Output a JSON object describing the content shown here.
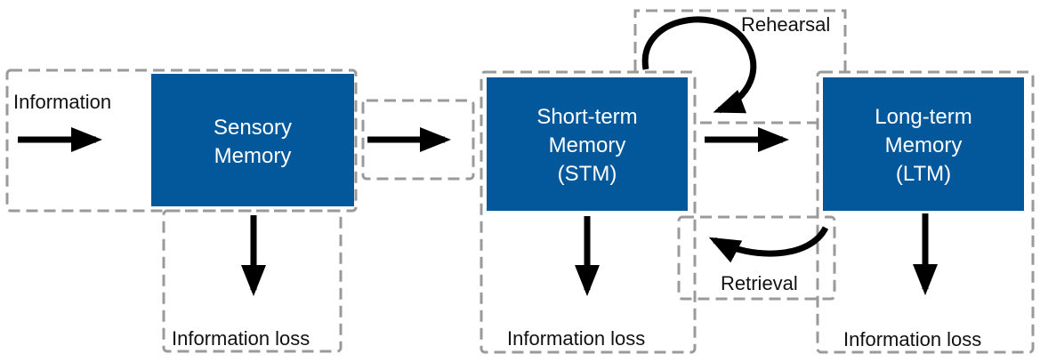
{
  "title": "Multi-store memory model",
  "colors": {
    "box": "#02589b",
    "dashed_border": "#9a9a9a",
    "arrow": "#000000"
  },
  "input_label": "Information",
  "sensory": {
    "line1": "Sensory",
    "line2": "Memory"
  },
  "stm": {
    "line1": "Short-term",
    "line2": "Memory",
    "line3": "(STM)"
  },
  "ltm": {
    "line1": "Long-term",
    "line2": "Memory",
    "line3": "(LTM)"
  },
  "rehearsal_label": "Rehearsal",
  "retrieval_label": "Retrieval",
  "loss_labels": [
    "Information loss",
    "Information loss",
    "Information loss"
  ]
}
